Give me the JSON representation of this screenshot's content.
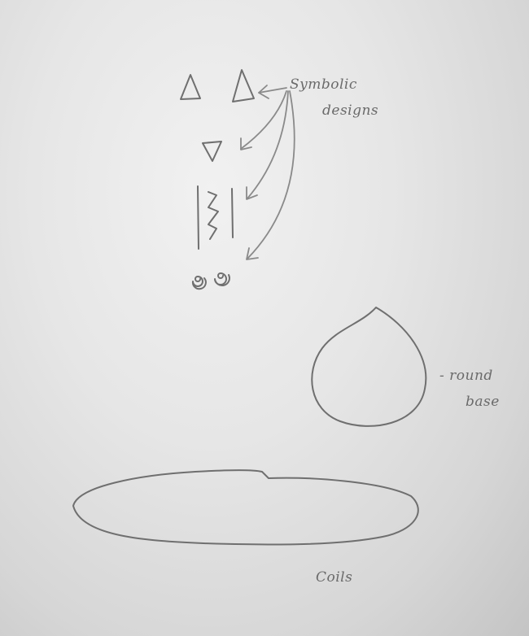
{
  "labels": {
    "symbolic_line1": "Symbolic",
    "symbolic_line2": "designs",
    "round_line1": "- round",
    "round_line2": "base",
    "coils": "Coils"
  }
}
